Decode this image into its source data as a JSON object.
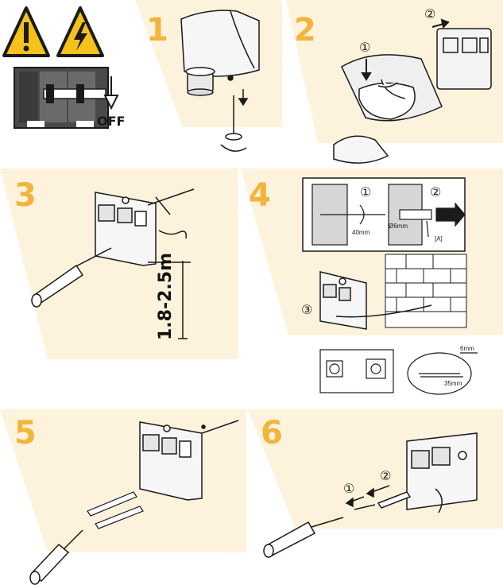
{
  "warning": {
    "off_label": "OFF",
    "icons": [
      "exclamation-warning-icon",
      "high-voltage-icon"
    ]
  },
  "steps": {
    "s1": {
      "number": "1"
    },
    "s2": {
      "number": "2",
      "marker1": "①",
      "marker2": "②"
    },
    "s3": {
      "number": "3",
      "height": "1.8-2.5m"
    },
    "s4": {
      "number": "4",
      "marker1": "①",
      "marker2": "②",
      "marker3": "③",
      "drill_diameter": "Ø6mm",
      "drill_depth": "40mm",
      "part_ref": "[A]",
      "strip_short": "6mm",
      "strip_long": "35mm"
    },
    "s5": {
      "number": "5"
    },
    "s6": {
      "number": "6",
      "marker1": "①",
      "marker2": "②"
    }
  },
  "colors": {
    "accent": "#f2b43a",
    "warning_yellow": "#f5c21b",
    "panel_bg": "#fdf2dc"
  }
}
